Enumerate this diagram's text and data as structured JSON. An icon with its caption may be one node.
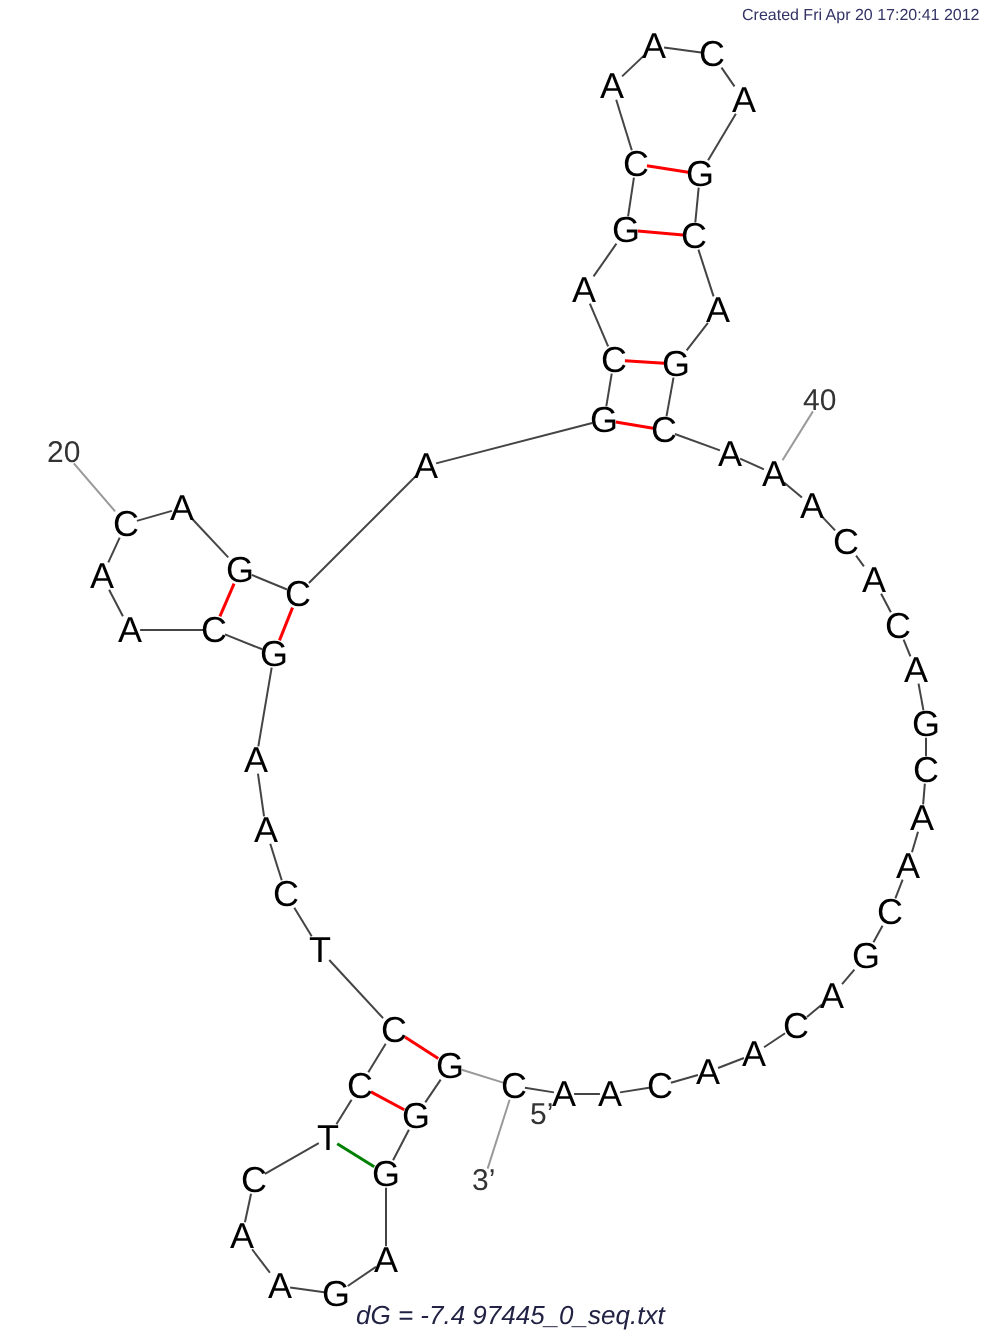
{
  "diagram": {
    "caption": "dG = -7.4 97445_0_seq.txt",
    "nodes": [
      {
        "text": [
          "G"
        ]
      },
      {
        "text": [
          "G"
        ]
      },
      {
        "text": [
          "G"
        ]
      },
      {
        "text": [
          "A"
        ]
      },
      {
        "text": [
          "G"
        ]
      },
      {
        "text": [
          "A"
        ]
      },
      {
        "text": [
          "A"
        ]
      },
      {
        "text": [
          "C"
        ]
      },
      {
        "text": [
          "T"
        ]
      },
      {
        "text": [
          "C"
        ]
      },
      {
        "text": [
          "C"
        ]
      },
      {
        "text": [
          "T"
        ]
      },
      {
        "text": [
          "C"
        ]
      },
      {
        "text": [
          "A"
        ]
      },
      {
        "text": [
          "A"
        ]
      },
      {
        "text": [
          "G"
        ]
      },
      {
        "text": [
          "C"
        ]
      },
      {
        "text": [
          "A"
        ]
      },
      {
        "text": [
          "A"
        ]
      },
      {
        "text": [
          "C"
        ]
      },
      {
        "text": [
          "A"
        ]
      },
      {
        "text": [
          "G"
        ]
      },
      {
        "text": [
          "C"
        ]
      },
      {
        "text": [
          "A"
        ]
      },
      {
        "text": [
          "G"
        ]
      },
      {
        "text": [
          "C"
        ]
      },
      {
        "text": [
          "A"
        ]
      },
      {
        "text": [
          "G"
        ]
      },
      {
        "text": [
          "C"
        ]
      },
      {
        "text": [
          "A"
        ]
      },
      {
        "text": [
          "A"
        ]
      },
      {
        "text": [
          "C"
        ]
      },
      {
        "text": [
          "A"
        ]
      },
      {
        "text": [
          "G"
        ]
      },
      {
        "text": [
          "C"
        ]
      },
      {
        "text": [
          "A"
        ]
      },
      {
        "text": [
          "G"
        ]
      },
      {
        "text": [
          "C"
        ]
      },
      {
        "text": [
          "A"
        ]
      },
      {
        "text": [
          "A"
        ]
      },
      {
        "text": [
          "A"
        ]
      },
      {
        "text": [
          "C"
        ]
      },
      {
        "text": [
          "A"
        ]
      },
      {
        "text": [
          "C"
        ]
      },
      {
        "text": [
          "A"
        ]
      },
      {
        "text": [
          "G"
        ]
      },
      {
        "text": [
          "C"
        ]
      },
      {
        "text": [
          "A"
        ]
      },
      {
        "text": [
          "A"
        ]
      },
      {
        "text": [
          "C"
        ]
      },
      {
        "text": [
          "G"
        ]
      },
      {
        "text": [
          "A"
        ]
      },
      {
        "text": [
          "C"
        ]
      },
      {
        "text": [
          "A"
        ]
      },
      {
        "text": [
          "A"
        ]
      },
      {
        "text": [
          "C"
        ]
      },
      {
        "text": [
          "A"
        ]
      },
      {
        "text": [
          "A"
        ]
      },
      {
        "text": [
          "C"
        ],
        "beside": [
          "5’"
        ]
      },
      {
        "text": [
          "20"
        ]
      },
      {
        "text": [
          "40"
        ]
      },
      {
        "text": [
          "3’"
        ]
      }
    ],
    "edges": [
      {
        "from": 0,
        "to": 1,
        "arrow": "none"
      },
      {
        "from": 1,
        "to": 2,
        "arrow": "none"
      },
      {
        "from": 2,
        "to": 3,
        "arrow": "none"
      },
      {
        "from": 3,
        "to": 4,
        "arrow": "none"
      },
      {
        "from": 4,
        "to": 5,
        "arrow": "none"
      },
      {
        "from": 5,
        "to": 6,
        "arrow": "none"
      },
      {
        "from": 6,
        "to": 7,
        "arrow": "none"
      },
      {
        "from": 7,
        "to": 8,
        "arrow": "none"
      },
      {
        "from": 8,
        "to": 9,
        "arrow": "none"
      },
      {
        "from": 9,
        "to": 10,
        "arrow": "none"
      },
      {
        "from": 10,
        "to": 11,
        "arrow": "none"
      },
      {
        "from": 11,
        "to": 12,
        "arrow": "none"
      },
      {
        "from": 12,
        "to": 13,
        "arrow": "none"
      },
      {
        "from": 13,
        "to": 14,
        "arrow": "none"
      },
      {
        "from": 14,
        "to": 15,
        "arrow": "none"
      },
      {
        "from": 15,
        "to": 16,
        "arrow": "none"
      },
      {
        "from": 16,
        "to": 17,
        "arrow": "none"
      },
      {
        "from": 17,
        "to": 18,
        "arrow": "none"
      },
      {
        "from": 18,
        "to": 19,
        "arrow": "none"
      },
      {
        "from": 19,
        "to": 20,
        "arrow": "none"
      },
      {
        "from": 20,
        "to": 21,
        "arrow": "none"
      },
      {
        "from": 21,
        "to": 22,
        "arrow": "none"
      },
      {
        "from": 22,
        "to": 23,
        "arrow": "none"
      },
      {
        "from": 23,
        "to": 24,
        "arrow": "none"
      },
      {
        "from": 24,
        "to": 25,
        "arrow": "none"
      },
      {
        "from": 25,
        "to": 26,
        "arrow": "none"
      },
      {
        "from": 26,
        "to": 27,
        "arrow": "none"
      },
      {
        "from": 27,
        "to": 28,
        "arrow": "none"
      },
      {
        "from": 28,
        "to": 29,
        "arrow": "none"
      },
      {
        "from": 29,
        "to": 30,
        "arrow": "none"
      },
      {
        "from": 30,
        "to": 31,
        "arrow": "none"
      },
      {
        "from": 31,
        "to": 32,
        "arrow": "none"
      },
      {
        "from": 32,
        "to": 33,
        "arrow": "none"
      },
      {
        "from": 33,
        "to": 34,
        "arrow": "none"
      },
      {
        "from": 34,
        "to": 35,
        "arrow": "none"
      },
      {
        "from": 35,
        "to": 36,
        "arrow": "none"
      },
      {
        "from": 36,
        "to": 37,
        "arrow": "none"
      },
      {
        "from": 37,
        "to": 38,
        "arrow": "none"
      },
      {
        "from": 38,
        "to": 39,
        "arrow": "none"
      },
      {
        "from": 39,
        "to": 40,
        "arrow": "none"
      },
      {
        "from": 40,
        "to": 41,
        "arrow": "none"
      },
      {
        "from": 41,
        "to": 42,
        "arrow": "none"
      },
      {
        "from": 42,
        "to": 43,
        "arrow": "none"
      },
      {
        "from": 43,
        "to": 44,
        "arrow": "none"
      },
      {
        "from": 44,
        "to": 45,
        "arrow": "none"
      },
      {
        "from": 45,
        "to": 46,
        "arrow": "none"
      },
      {
        "from": 46,
        "to": 47,
        "arrow": "none"
      },
      {
        "from": 47,
        "to": 48,
        "arrow": "none"
      },
      {
        "from": 48,
        "to": 49,
        "arrow": "none"
      },
      {
        "from": 49,
        "to": 50,
        "arrow": "none"
      },
      {
        "from": 50,
        "to": 51,
        "arrow": "none"
      },
      {
        "from": 51,
        "to": 52,
        "arrow": "none"
      },
      {
        "from": 52,
        "to": 53,
        "arrow": "none"
      },
      {
        "from": 53,
        "to": 54,
        "arrow": "none"
      },
      {
        "from": 54,
        "to": 55,
        "arrow": "none"
      },
      {
        "from": 55,
        "to": 56,
        "arrow": "none"
      },
      {
        "from": 56,
        "to": 57,
        "arrow": "none"
      },
      {
        "from": 57,
        "to": 58,
        "arrow": "none"
      },
      {
        "from": 0,
        "to": 58,
        "arrow": "none",
        "color": "#999999"
      },
      {
        "from": 0,
        "to": 10,
        "arrow": "none",
        "color": "#ff0000"
      },
      {
        "from": 1,
        "to": 9,
        "arrow": "none",
        "color": "#ff0000"
      },
      {
        "from": 2,
        "to": 8,
        "arrow": "none",
        "color": "#008000"
      },
      {
        "from": 15,
        "to": 22,
        "arrow": "none",
        "color": "#ff0000"
      },
      {
        "from": 16,
        "to": 21,
        "arrow": "none",
        "color": "#ff0000"
      },
      {
        "from": 24,
        "to": 37,
        "arrow": "none",
        "color": "#ff0000"
      },
      {
        "from": 25,
        "to": 36,
        "arrow": "none",
        "color": "#ff0000"
      },
      {
        "from": 27,
        "to": 34,
        "arrow": "none",
        "color": "#ff0000"
      },
      {
        "from": 28,
        "to": 33,
        "arrow": "none",
        "color": "#ff0000"
      },
      {
        "from": 59,
        "to": 19,
        "arrow": "none",
        "color": "#999999"
      },
      {
        "from": 60,
        "to": 39,
        "arrow": "none",
        "color": "#999999"
      },
      {
        "from": 61,
        "to": 58,
        "arrow": "none",
        "color": "#999999"
      }
    ],
    "labels": [
      "Created Fri Apr 20 17:20:41 2012"
    ]
  }
}
